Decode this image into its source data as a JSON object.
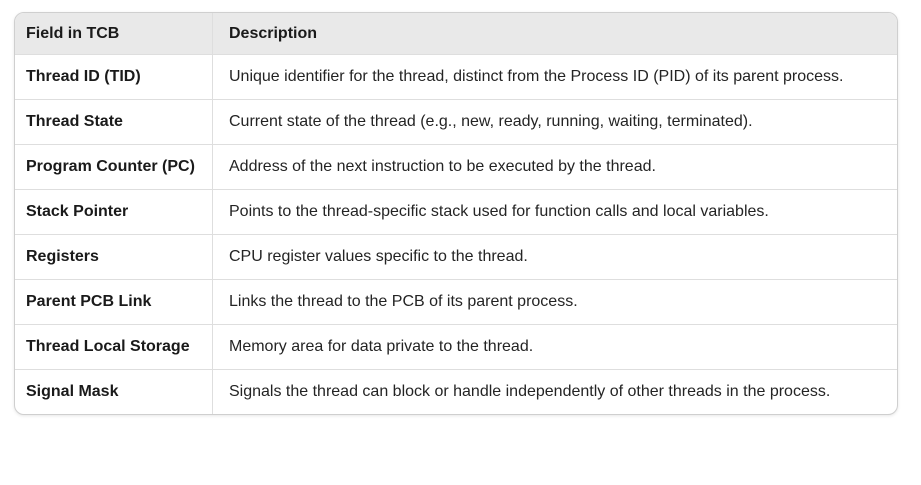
{
  "table": {
    "columns": [
      "Field in TCB",
      "Description"
    ],
    "rows": [
      {
        "field": "Thread ID (TID)",
        "description": "Unique identifier for the thread, distinct from the Process ID (PID) of its parent process."
      },
      {
        "field": "Thread State",
        "description": "Current state of the thread (e.g., new, ready, running, waiting, terminated)."
      },
      {
        "field": "Program Counter (PC)",
        "description": "Address of the next instruction to be executed by the thread."
      },
      {
        "field": "Stack Pointer",
        "description": "Points to the thread-specific stack used for function calls and local variables."
      },
      {
        "field": "Registers",
        "description": "CPU register values specific to the thread."
      },
      {
        "field": "Parent PCB Link",
        "description": "Links the thread to the PCB of its parent process."
      },
      {
        "field": "Thread Local Storage",
        "description": "Memory area for data private to the thread."
      },
      {
        "field": "Signal Mask",
        "description": "Signals the thread can block or handle independently of other threads in the process."
      }
    ]
  },
  "colors": {
    "header_bg": "#e9e9e9",
    "border": "#dedede",
    "outer_border": "#cfcfcf",
    "text": "#1f1f1f",
    "background": "#ffffff"
  }
}
